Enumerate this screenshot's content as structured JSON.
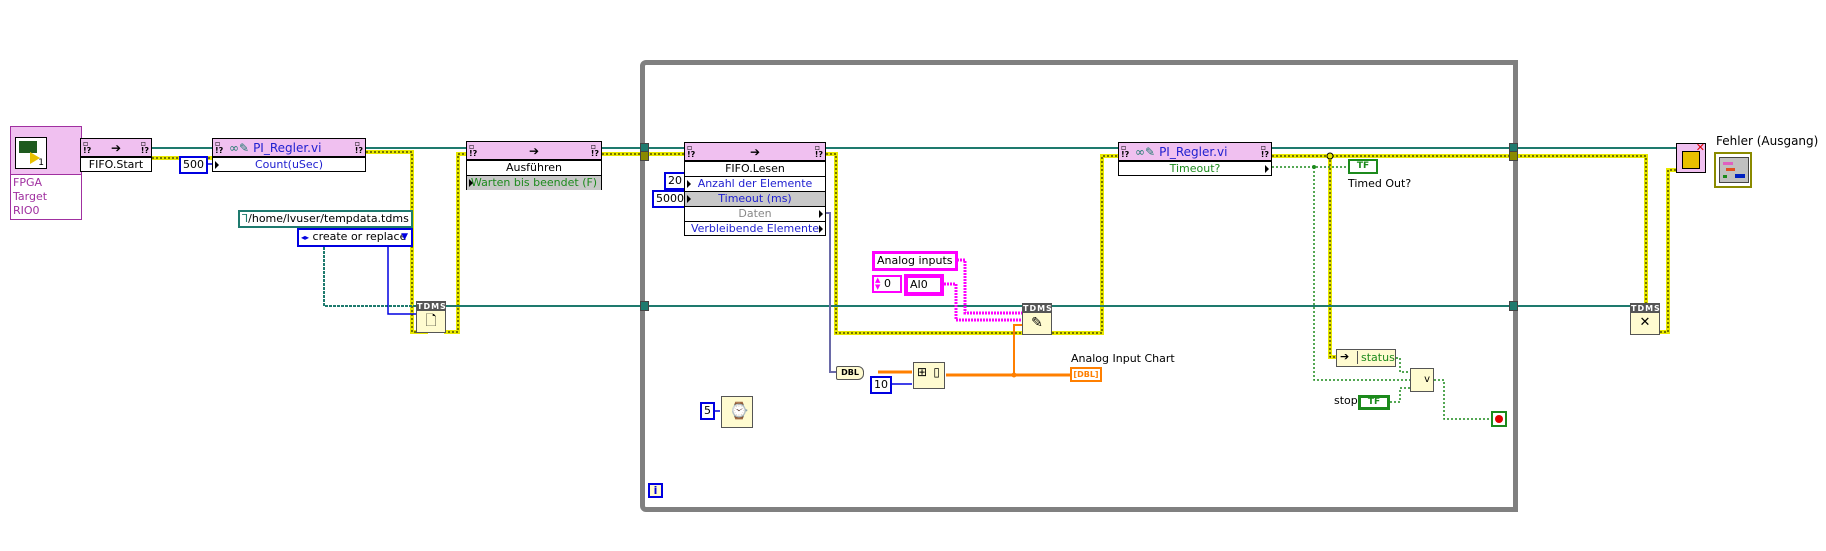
{
  "diagram": {
    "type": "LabVIEW block diagram",
    "loop": {
      "kind": "while-loop",
      "iteration_terminal": "i"
    },
    "fpga_target": {
      "label_line1": "FPGA Target",
      "label_line2": "RIO0",
      "icon": "fpga-target-icon",
      "index": "1"
    },
    "fifo_start": {
      "label": "FIFO.Start",
      "icon": "invoke-arrow-icon"
    },
    "pi_regler_write": {
      "title": "PI_Regler.vi",
      "icon": "glasses-pencil-icon",
      "property": "Count(uSec)",
      "input_constant": "500"
    },
    "tdms_path_constant": "/home/lvuser/tempdata.tdms",
    "tdms_operation_constant": "create or replace",
    "tdms_open": {
      "header": "TDMS",
      "icon": "tdms-open-icon"
    },
    "ausfuehren": {
      "icon": "invoke-arrow-icon",
      "method": "Ausführen",
      "parameter": "Warten bis beendet (F)"
    },
    "fifo_lesen": {
      "icon": "invoke-arrow-icon",
      "method": "FIFO.Lesen",
      "rows": [
        "Anzahl der Elemente",
        "Timeout (ms)",
        "Daten",
        "Verbleibende Elemente"
      ],
      "const_count": "20",
      "const_timeout": "5000"
    },
    "group_name_constant": "Analog inputs",
    "channel_index": "0",
    "channel_name_constant": "AI0",
    "tdms_write": {
      "header": "TDMS",
      "icon": "tdms-write-pencil-icon"
    },
    "dbl_conversion": "DBL",
    "reshape_constant": "10",
    "chart": {
      "label": "Analog Input Chart",
      "terminal": "[DBL]"
    },
    "wait_constant": "5",
    "pi_regler_read": {
      "title": "PI_Regler.vi",
      "icon": "glasses-pencil-icon",
      "property": "Timeout?"
    },
    "timed_out_indicator": {
      "label": "Timed Out?",
      "terminal": "TF"
    },
    "unbundle_status": "status",
    "or_function": "v",
    "stop_control": {
      "label": "stop",
      "terminal": "TF"
    },
    "tdms_close": {
      "header": "TDMS",
      "icon": "tdms-close-icon"
    },
    "error_out": {
      "label": "Fehler (Ausgang)"
    },
    "colors": {
      "refnum_wire": "#1e7a6e",
      "error_wire": "#e8e800",
      "integer_wire": "#0000e0",
      "double_wire": "#ff7f00",
      "string_wire": "#ff00ff",
      "boolean_wire": "#1c8a1c",
      "property_node_header": "#f0c0f0",
      "loop_border": "#808080"
    }
  }
}
